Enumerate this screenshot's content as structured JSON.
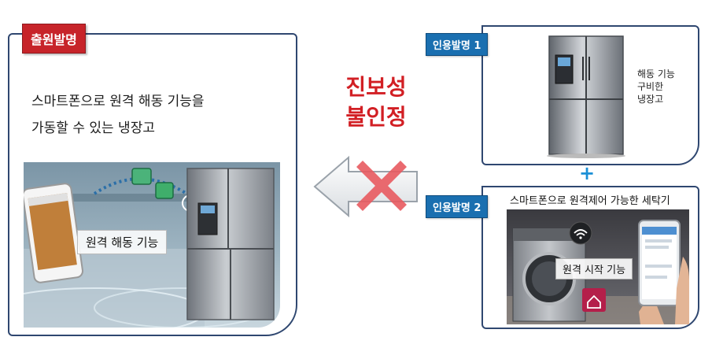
{
  "main_panel": {
    "badge": "출원발명",
    "line1": "스마트폰으로 원격 해동 기능을",
    "line2": "가동할 수 있는 냉장고",
    "caption": "원격 해동 기능"
  },
  "conclusion": {
    "line1": "진보성",
    "line2": "불인정"
  },
  "cited1": {
    "badge": "인용발명 1",
    "desc": [
      "해동 기능",
      "구비한",
      "냉장고"
    ]
  },
  "plus": "+",
  "cited2": {
    "badge": "인용발명 2",
    "title": "스마트폰으로 원격제어 가능한 세탁기",
    "caption": "원격 시작 기능"
  },
  "colors": {
    "accent_red": "#c7242a",
    "accent_blue": "#1a6fb0",
    "border": "#2f4770"
  }
}
